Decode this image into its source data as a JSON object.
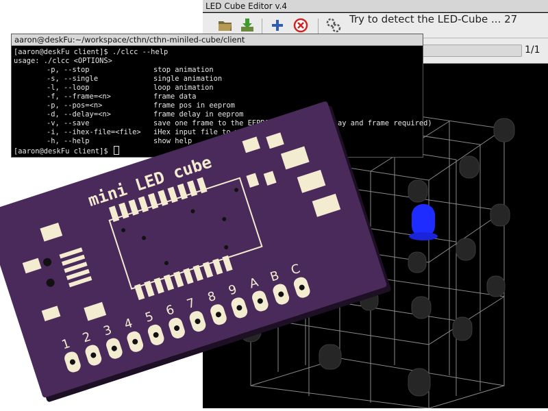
{
  "editor": {
    "title": "LED Cube Editor v.4",
    "toolbar": {
      "buttons": [
        {
          "name": "open-folder-icon"
        },
        {
          "name": "save-download-icon"
        },
        {
          "name": "add-plus-icon"
        },
        {
          "name": "delete-circle-x-icon"
        },
        {
          "name": "gears-icon"
        }
      ],
      "status": "Try to detect the LED-Cube ... 27"
    },
    "frame": {
      "counter": "1/1"
    },
    "view": {
      "lit_led_color": "#1e2cff",
      "led_color": "#2a2a2a",
      "grid_color": "#9a9a9a"
    }
  },
  "terminal": {
    "title": "aaron@deskFu:~/workspace/cthn/cthn-miniled-cube/client",
    "prompt_line": "[aaron@deskFu client]$ ./clcc --help",
    "usage_line": "usage: ./clcc <OPTIONS>",
    "options": [
      {
        "opt": "-p, --stop",
        "desc": "stop animation"
      },
      {
        "opt": "-s, --single",
        "desc": "single animation"
      },
      {
        "opt": "-l, --loop",
        "desc": "loop animation"
      },
      {
        "opt": "-f, --frame=<n>",
        "desc": "frame data"
      },
      {
        "opt": "-p, --pos=<n>",
        "desc": "frame pos in eeprom"
      },
      {
        "opt": "-d, --delay=<n>",
        "desc": "frame delay in eeprom"
      },
      {
        "opt": "-v, --save",
        "desc": "save one frame to the EEPROM (position, delay and frame required)"
      },
      {
        "opt": "-i, --ihex-file=<file>",
        "desc": "iHex input file to write to the EEPROM"
      },
      {
        "opt": "-h, --help",
        "desc": "show help"
      }
    ],
    "final_prompt": "[aaron@deskFu client]$ "
  },
  "pcb": {
    "label": "mini LED cube",
    "board_color": "#4a2a5a",
    "pad_color": "#f3ecd0",
    "pin_labels": [
      "1",
      "2",
      "3",
      "4",
      "5",
      "6",
      "7",
      "8",
      "9",
      "A",
      "B",
      "C"
    ]
  }
}
